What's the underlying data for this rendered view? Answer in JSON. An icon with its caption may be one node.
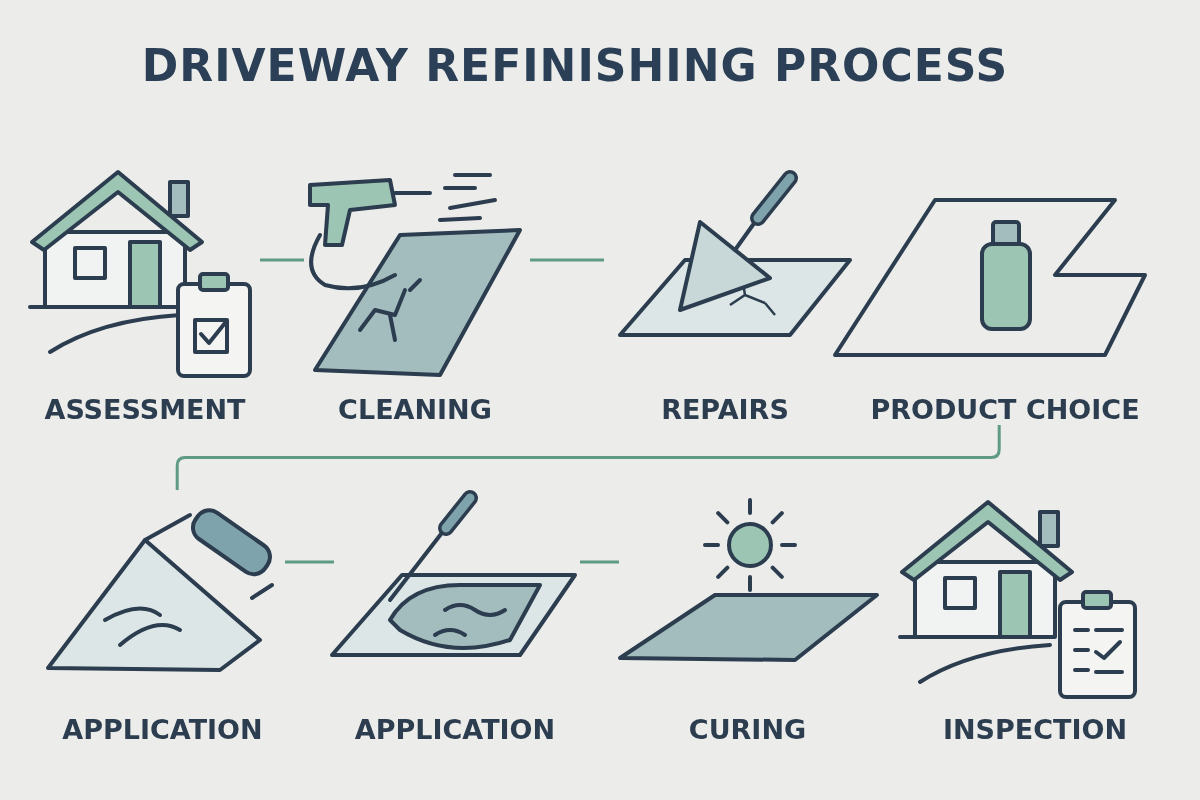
{
  "diagram": {
    "title": "DRIVEWAY REFINISHING PROCESS",
    "nodes": [
      {
        "text": [
          "ASSESSMENT"
        ]
      },
      {
        "text": [
          "CLEANING"
        ]
      },
      {
        "text": [
          "REPAIRS"
        ]
      },
      {
        "text": [
          "PRODUCT CHOICE"
        ]
      },
      {
        "text": [
          "APPLICATION"
        ]
      },
      {
        "text": [
          "APPLICATION"
        ]
      },
      {
        "text": [
          "CURING"
        ]
      },
      {
        "text": [
          "INSPECTION"
        ]
      }
    ],
    "edges": [
      {
        "from": 0,
        "to": 1,
        "arrow": "none"
      },
      {
        "from": 1,
        "to": 2,
        "arrow": "none"
      },
      {
        "from": 3,
        "to": 4,
        "arrow": "none"
      },
      {
        "from": 4,
        "to": 5,
        "arrow": "none"
      },
      {
        "from": 5,
        "to": 6,
        "arrow": "none"
      }
    ]
  }
}
